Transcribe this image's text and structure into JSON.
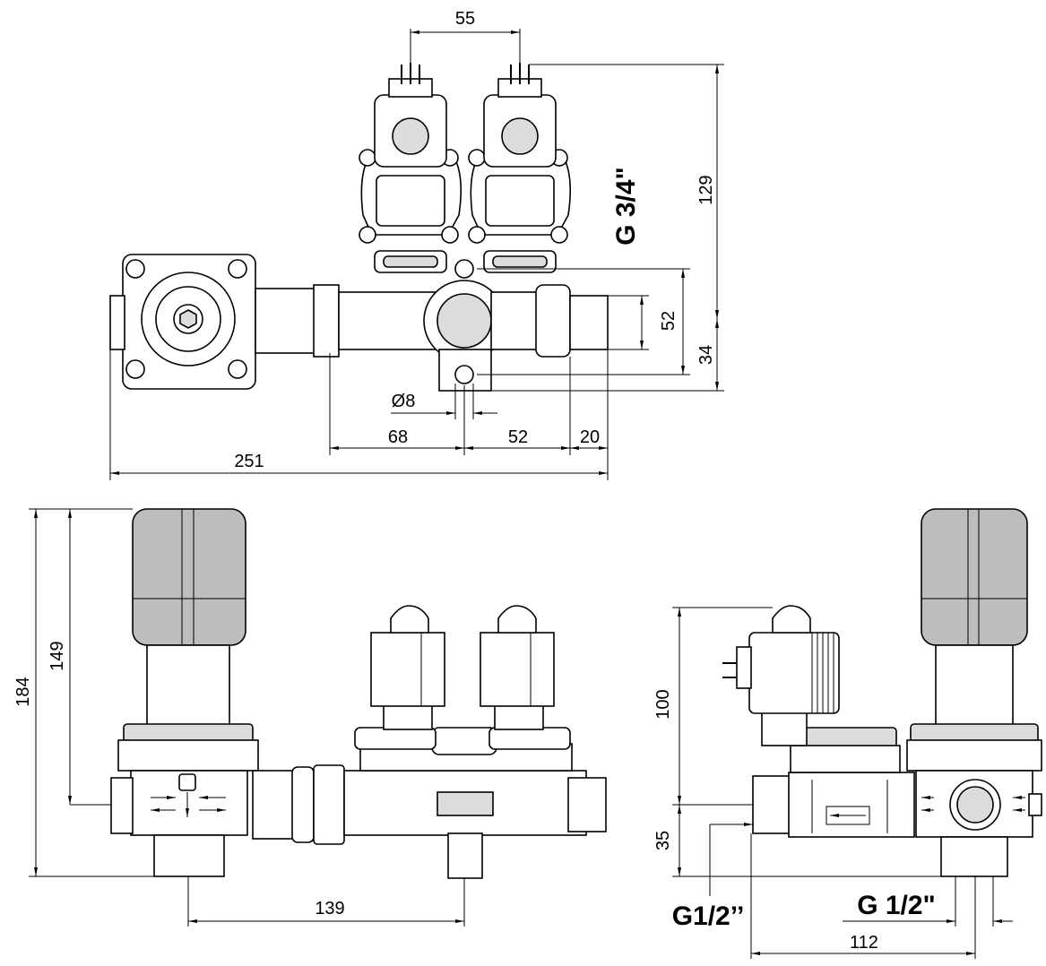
{
  "dimensions": {
    "top": {
      "d55": "55",
      "d129": "129",
      "g34_thread": "G 3/4\"",
      "d52_vertical": "52",
      "d34": "34",
      "dia8": "Ø8",
      "d68": "68",
      "d52_horizontal": "52",
      "d20": "20",
      "d251": "251"
    },
    "front": {
      "d184": "184",
      "d149": "149",
      "d139": "139"
    },
    "side": {
      "d100": "100",
      "d35": "35",
      "g12_left": "G1/2’’",
      "g12_right": "G 1/2\"",
      "d112": "112"
    }
  },
  "colors": {
    "line": "#000000",
    "fill_light": "#dcdcdc",
    "fill_dark": "#bdbdbd",
    "background": "#ffffff"
  }
}
